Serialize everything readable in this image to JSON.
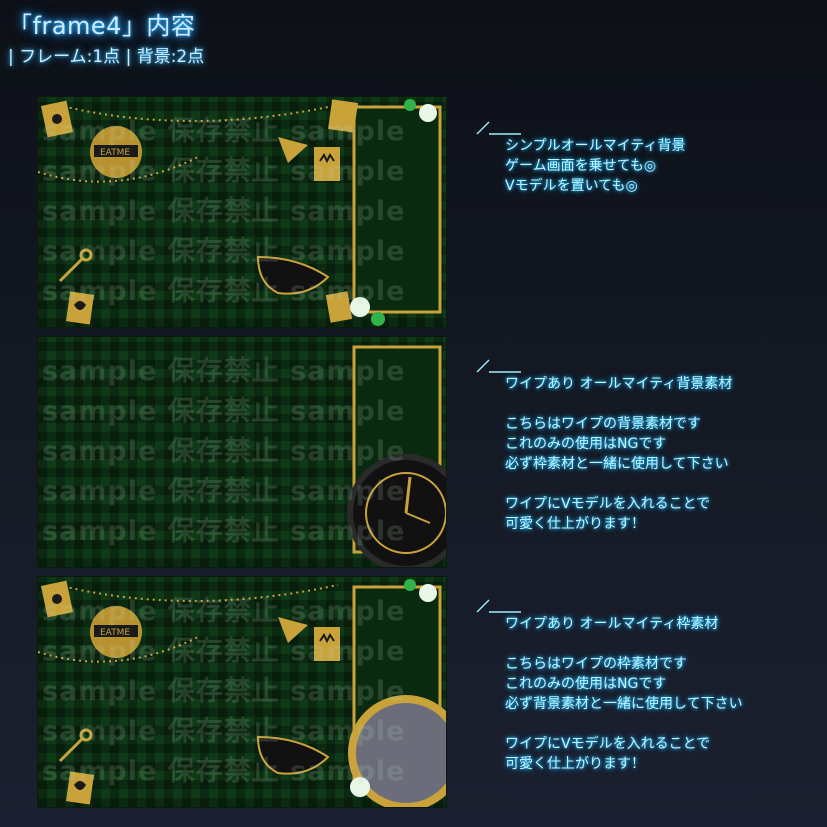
{
  "header": {
    "title": "「frame4」内容",
    "subtitle": "| フレーム:1点 | 背景:2点"
  },
  "watermark": {
    "line": "sample 保存禁止 sample"
  },
  "panels": [
    {
      "description": [
        "シンプルオールマイティ背景",
        "ゲーム画面を乗せても◎",
        "Vモデルを置いても◎"
      ]
    },
    {
      "description": [
        "ワイプあり オールマイティ背景素材",
        "",
        "こちらはワイプの背景素材です",
        "これのみの使用はNGです",
        "必ず枠素材と一緒に使用して下さい",
        "",
        "ワイプにVモデルを入れることで",
        "可愛く仕上がります！"
      ]
    },
    {
      "description": [
        "ワイプあり オールマイティ枠素材",
        "",
        "こちらはワイプの枠素材です",
        "これのみの使用はNGです",
        "必ず背景素材と一緒に使用して下さい",
        "",
        "ワイプにVモデルを入れることで",
        "可愛く仕上がります！"
      ]
    }
  ],
  "colors": {
    "neon_text": "#7fe8ff",
    "gold": "#c9a23a",
    "green_dark": "#0f3a17",
    "rose": "#e8f7e8"
  },
  "icons": [
    "eatme-cookie-icon",
    "card-spade-icon",
    "card-heart-icon",
    "card-club-icon",
    "key-icon",
    "teacup-icon",
    "rose-icon",
    "clock-icon",
    "crown-card-icon"
  ]
}
